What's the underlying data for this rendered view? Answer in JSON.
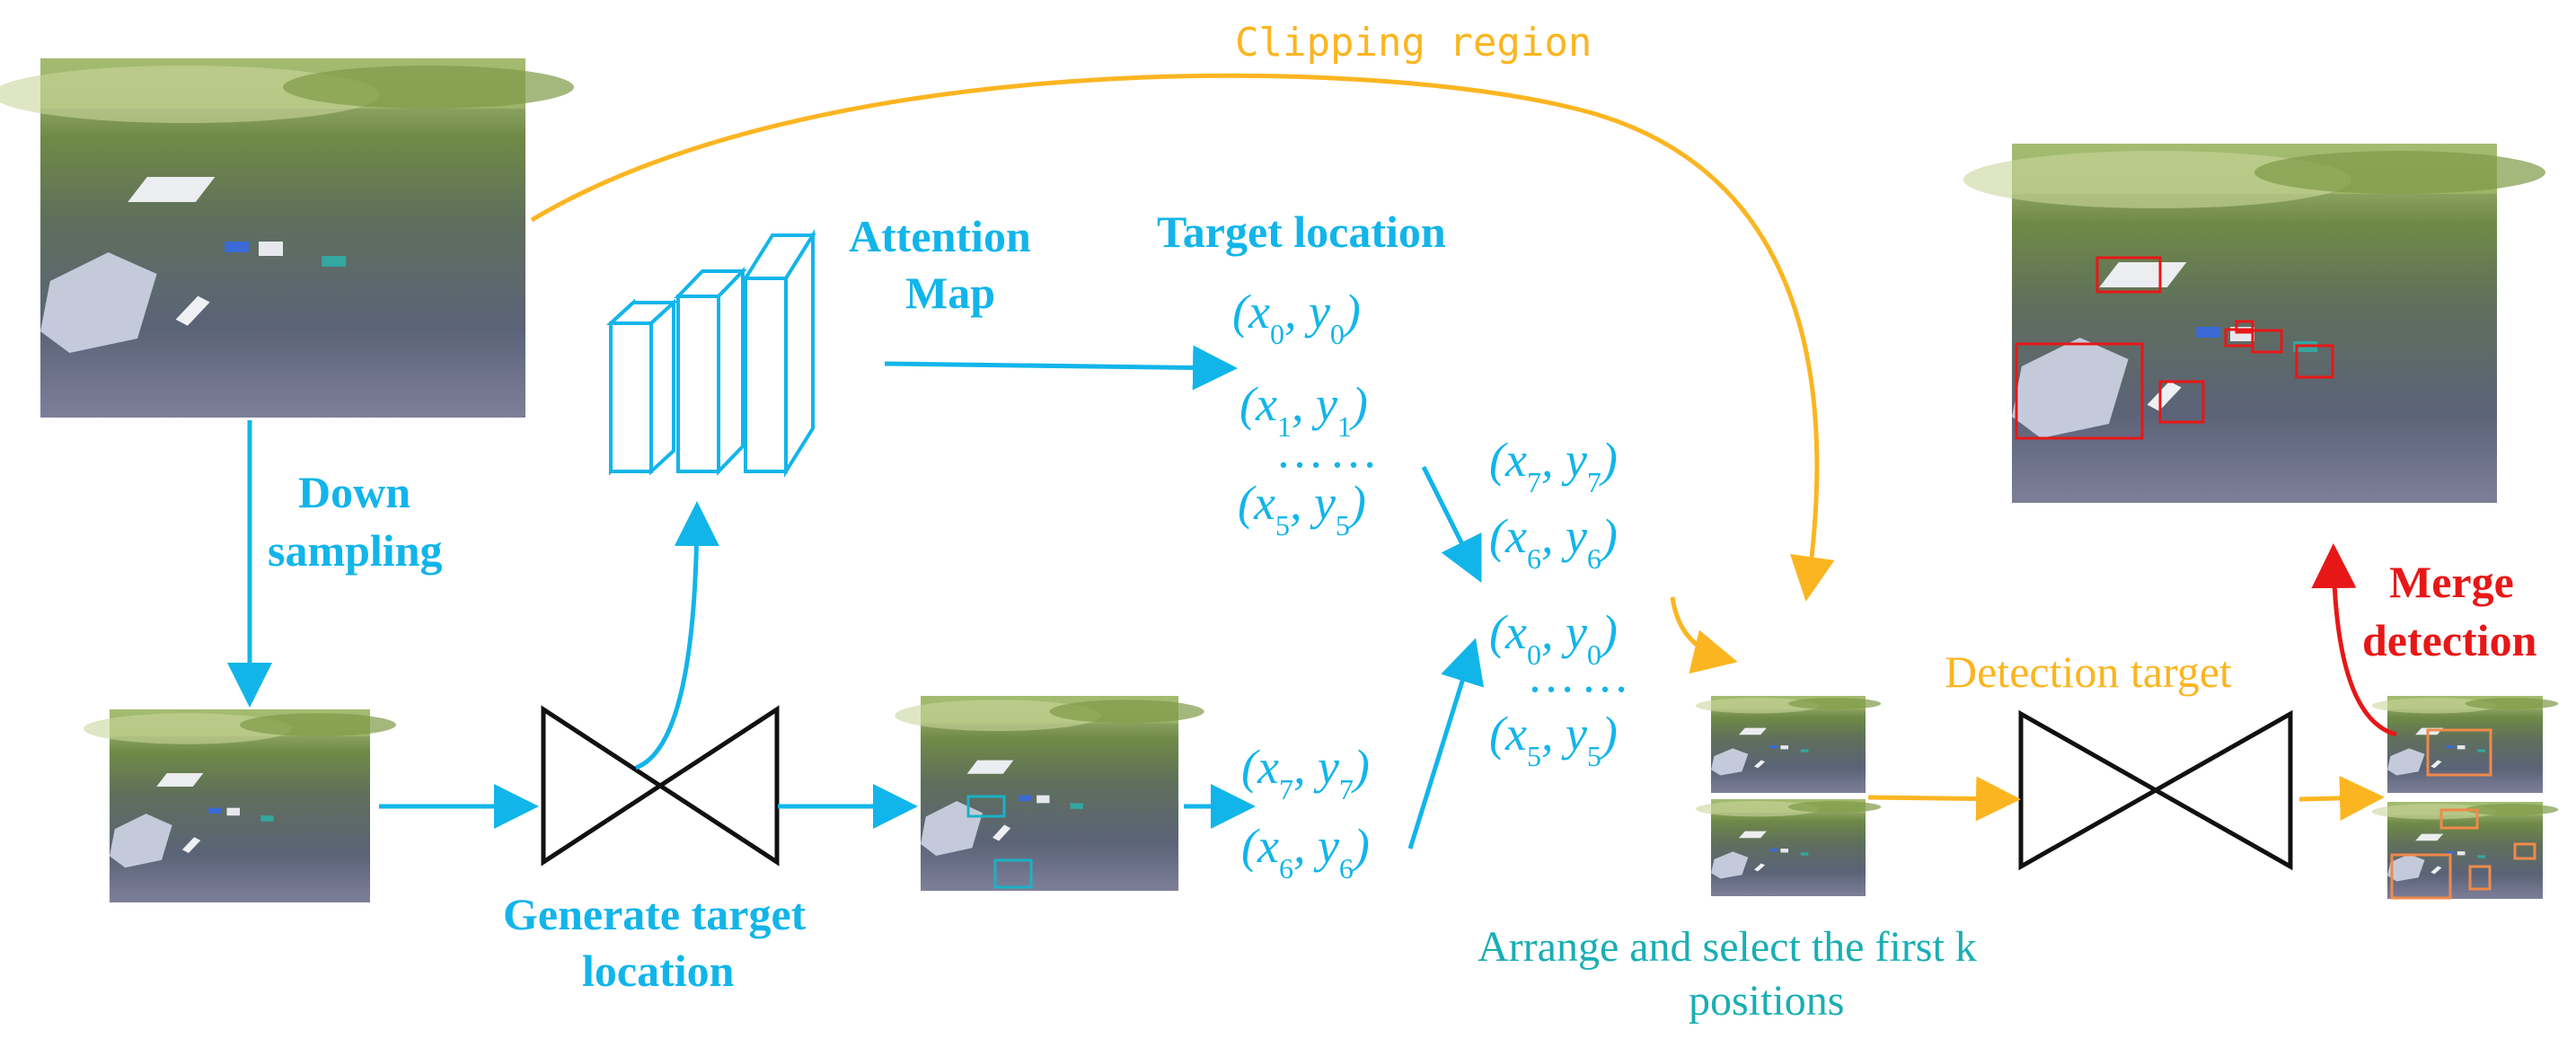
{
  "labels": {
    "clipping_region": "Clipping region",
    "attention_map_line1": "Attention",
    "attention_map_line2": "Map",
    "target_location_title": "Target location",
    "down_sampling_line1": "Down",
    "down_sampling_line2": "sampling",
    "generate_target_line1": "Generate target",
    "generate_target_line2": "location",
    "detection_target": "Detection target",
    "merge_detection_line1": "Merge",
    "merge_detection_line2": "detection",
    "arrange_line1": "Arrange and select the first k",
    "arrange_line2": "positions"
  },
  "coordinates": {
    "top_list": [
      {
        "x": "x",
        "xs": "0",
        "y": "y",
        "ys": "0"
      },
      {
        "x": "x",
        "xs": "1",
        "y": "y",
        "ys": "1"
      },
      {
        "x": "x",
        "xs": "5",
        "y": "y",
        "ys": "5"
      }
    ],
    "bottom_list": [
      {
        "x": "x",
        "xs": "7",
        "y": "y",
        "ys": "7"
      },
      {
        "x": "x",
        "xs": "6",
        "y": "y",
        "ys": "6"
      }
    ],
    "sorted_list": [
      {
        "x": "x",
        "xs": "7",
        "y": "y",
        "ys": "7"
      },
      {
        "x": "x",
        "xs": "6",
        "y": "y",
        "ys": "6"
      },
      {
        "x": "x",
        "xs": "0",
        "y": "y",
        "ys": "0"
      },
      {
        "x": "x",
        "xs": "5",
        "y": "y",
        "ys": "5"
      }
    ],
    "ellipsis": "……"
  },
  "colors": {
    "blue": "#12b5ea",
    "orange": "#fbb521",
    "teal": "#1aaeb4",
    "red": "#e81717",
    "black": "#111111"
  }
}
